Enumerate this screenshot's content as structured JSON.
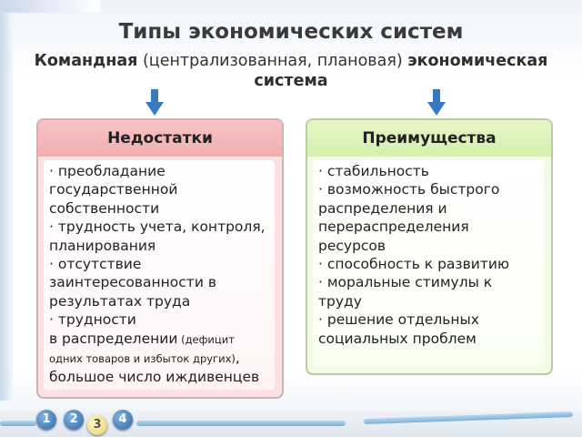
{
  "title": "Типы экономических систем",
  "subtitle": {
    "part1_bold": "Командная",
    "part2": " (централизованная, плановая) ",
    "part3_bold": "экономическая",
    "line2_bold": "система"
  },
  "left_panel": {
    "heading": "Недостатки",
    "lines": [
      "· преобладание",
      "государственной",
      "собственности",
      "· трудность учета, контроля,",
      "планирования",
      "· отсутствие",
      "заинтересованности в",
      "результатах труда",
      "· трудности",
      "в распределении",
      " (дефицит",
      "одних товаров и избыток других)",
      ",",
      "большое число иждивенцев"
    ]
  },
  "right_panel": {
    "heading": "Преимущества",
    "lines": [
      "· стабильность",
      "· возможность быстрого",
      "распределения и",
      "перераспределения",
      "ресурсов",
      "· способность к развитию",
      "· моральные стимулы к",
      "труду",
      "· решение отдельных",
      "социальных проблем"
    ]
  },
  "nav": [
    "1",
    "2",
    "3",
    "4"
  ],
  "colors": {
    "left_header": "#f2aeb1",
    "right_header": "#d6efac",
    "arrow": "#3a78c2",
    "nav_button": "#2e6aa3"
  }
}
